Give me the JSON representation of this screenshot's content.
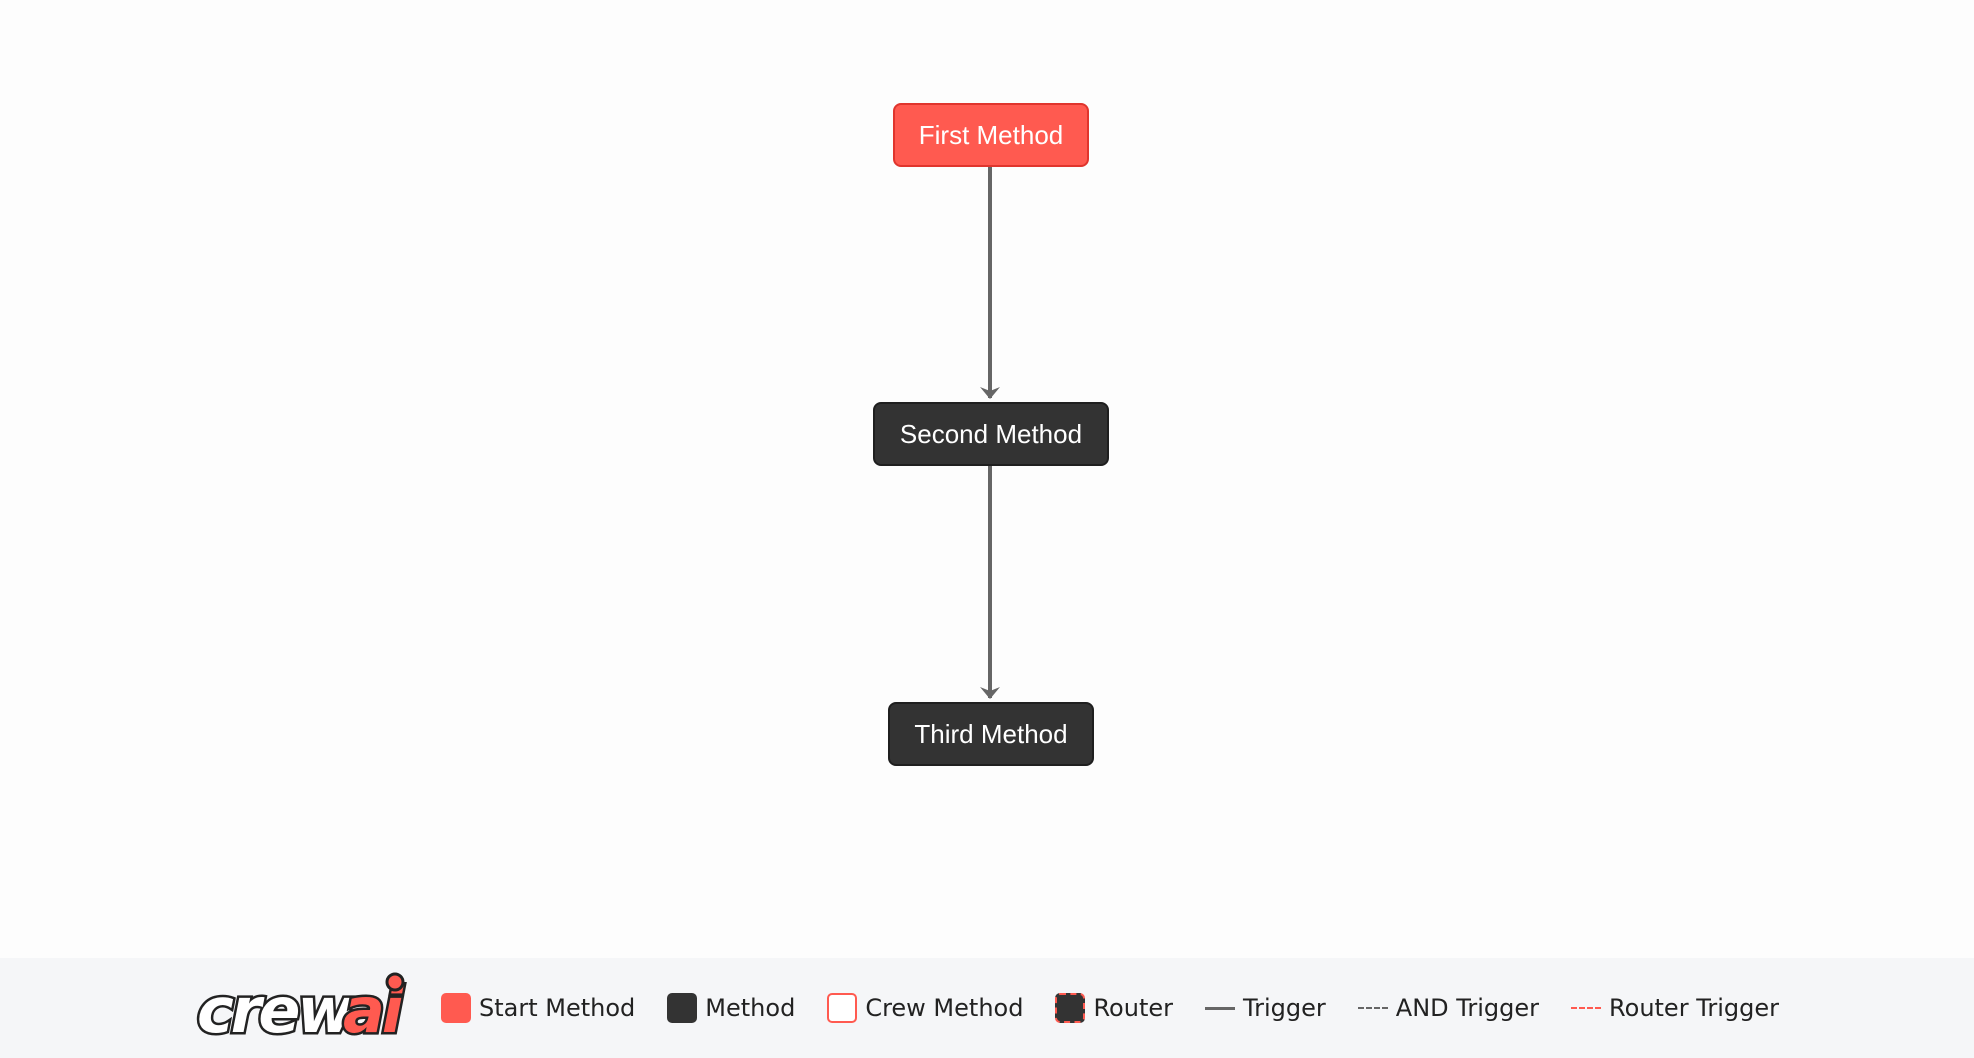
{
  "flow": {
    "nodes": [
      {
        "id": "first_method",
        "label": "First Method",
        "kind": "start"
      },
      {
        "id": "second_method",
        "label": "Second Method",
        "kind": "method"
      },
      {
        "id": "third_method",
        "label": "Third Method",
        "kind": "method"
      }
    ],
    "edges": [
      {
        "from": "first_method",
        "to": "second_method",
        "kind": "trigger"
      },
      {
        "from": "second_method",
        "to": "third_method",
        "kind": "trigger"
      }
    ]
  },
  "legend": {
    "logo_text": "crewai",
    "items": [
      {
        "label": "Start Method",
        "symbol": "start-method-swatch"
      },
      {
        "label": "Method",
        "symbol": "method-swatch"
      },
      {
        "label": "Crew Method",
        "symbol": "crew-method-swatch"
      },
      {
        "label": "Router",
        "symbol": "router-swatch"
      },
      {
        "label": "Trigger",
        "symbol": "solid-line"
      },
      {
        "label": "AND Trigger",
        "symbol": "dashed-gray-line"
      },
      {
        "label": "Router Trigger",
        "symbol": "dashed-red-line"
      }
    ]
  },
  "colors": {
    "start": "#ff5a50",
    "method": "#333333",
    "edge": "#666666",
    "legend_bg": "#f5f6f8"
  }
}
